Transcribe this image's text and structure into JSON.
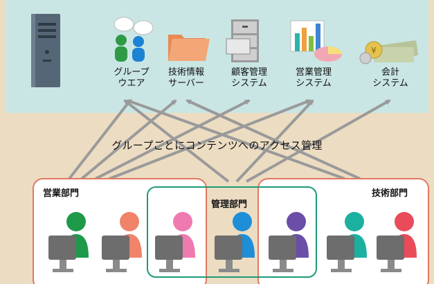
{
  "systems": [
    {
      "id": "groupware",
      "label": "グループ\nウエア",
      "icon": "chat-people-icon"
    },
    {
      "id": "techinfo",
      "label": "技術情報\nサーバー",
      "icon": "folder-icon"
    },
    {
      "id": "crm",
      "label": "顧客管理\nシステム",
      "icon": "cabinet-icon"
    },
    {
      "id": "sales",
      "label": "営業管理\nシステム",
      "icon": "chart-icon"
    },
    {
      "id": "accounting",
      "label": "会計\nシステム",
      "icon": "money-icon"
    }
  ],
  "headline": "グループごとにコンテンツへのアクセス管理",
  "departments": {
    "sales": "営業部門",
    "admin": "管理部門",
    "tech": "技術部門"
  },
  "colors": {
    "panel": "#c9e6e4",
    "background": "#ecdcc2",
    "sales_border": "#e2775f",
    "admin_border": "#1c9a78",
    "tech_border": "#e2775f",
    "arrow": "#9a9a9a"
  }
}
